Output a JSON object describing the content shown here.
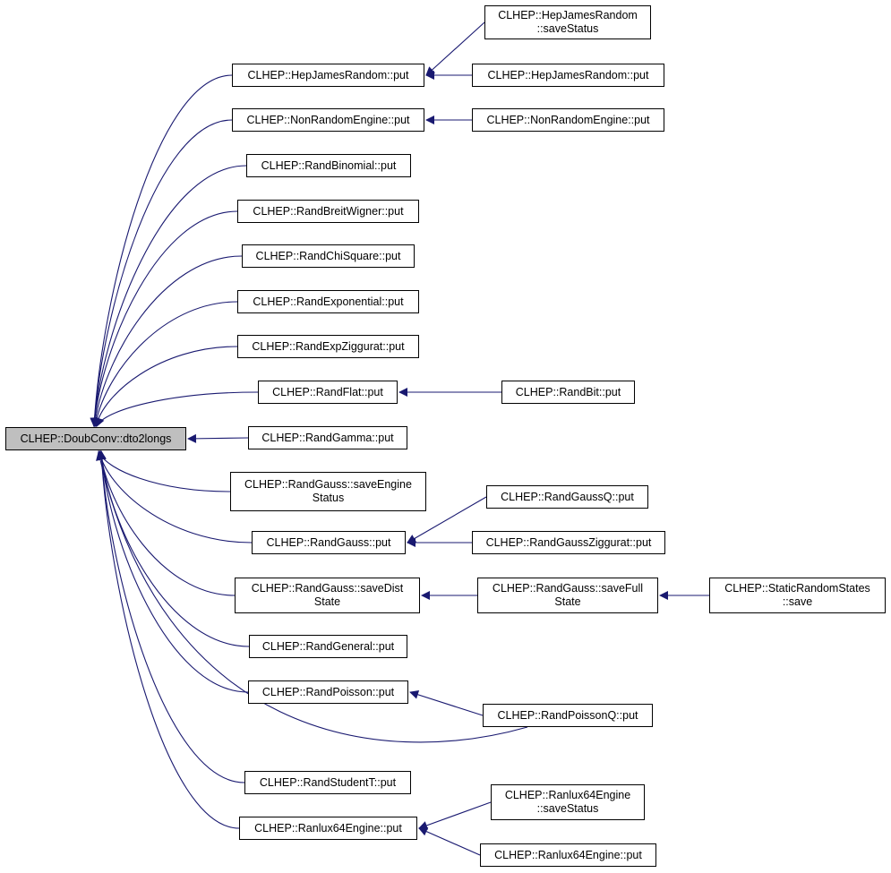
{
  "diagram": {
    "root": {
      "id": "root",
      "lines": [
        "CLHEP::DoubConv::dto2longs"
      ]
    },
    "nodes": [
      {
        "id": "n1",
        "lines": [
          "CLHEP::HepJamesRandom",
          "::saveStatus"
        ]
      },
      {
        "id": "n2",
        "lines": [
          "CLHEP::HepJamesRandom::put"
        ]
      },
      {
        "id": "n3",
        "lines": [
          "CLHEP::HepJamesRandom::put"
        ]
      },
      {
        "id": "n4",
        "lines": [
          "CLHEP::NonRandomEngine::put"
        ]
      },
      {
        "id": "n5",
        "lines": [
          "CLHEP::NonRandomEngine::put"
        ]
      },
      {
        "id": "n6",
        "lines": [
          "CLHEP::RandBinomial::put"
        ]
      },
      {
        "id": "n7",
        "lines": [
          "CLHEP::RandBreitWigner::put"
        ]
      },
      {
        "id": "n8",
        "lines": [
          "CLHEP::RandChiSquare::put"
        ]
      },
      {
        "id": "n9",
        "lines": [
          "CLHEP::RandExponential::put"
        ]
      },
      {
        "id": "n10",
        "lines": [
          "CLHEP::RandExpZiggurat::put"
        ]
      },
      {
        "id": "n11",
        "lines": [
          "CLHEP::RandFlat::put"
        ]
      },
      {
        "id": "n12",
        "lines": [
          "CLHEP::RandBit::put"
        ]
      },
      {
        "id": "n13",
        "lines": [
          "CLHEP::RandGamma::put"
        ]
      },
      {
        "id": "n14",
        "lines": [
          "CLHEP::RandGauss::saveEngine",
          "Status"
        ]
      },
      {
        "id": "n15",
        "lines": [
          "CLHEP::RandGaussQ::put"
        ]
      },
      {
        "id": "n16",
        "lines": [
          "CLHEP::RandGauss::put"
        ]
      },
      {
        "id": "n17",
        "lines": [
          "CLHEP::RandGaussZiggurat::put"
        ]
      },
      {
        "id": "n18",
        "lines": [
          "CLHEP::RandGauss::saveDist",
          "State"
        ]
      },
      {
        "id": "n19",
        "lines": [
          "CLHEP::RandGauss::saveFull",
          "State"
        ]
      },
      {
        "id": "n20",
        "lines": [
          "CLHEP::StaticRandomStates",
          "::save"
        ]
      },
      {
        "id": "n21",
        "lines": [
          "CLHEP::RandGeneral::put"
        ]
      },
      {
        "id": "n22",
        "lines": [
          "CLHEP::RandPoisson::put"
        ]
      },
      {
        "id": "n23",
        "lines": [
          "CLHEP::RandPoissonQ::put"
        ]
      },
      {
        "id": "n24",
        "lines": [
          "CLHEP::RandStudentT::put"
        ]
      },
      {
        "id": "n25",
        "lines": [
          "CLHEP::Ranlux64Engine",
          "::saveStatus"
        ]
      },
      {
        "id": "n26",
        "lines": [
          "CLHEP::Ranlux64Engine::put"
        ]
      },
      {
        "id": "n27",
        "lines": [
          "CLHEP::Ranlux64Engine::put"
        ]
      }
    ],
    "edges": [
      {
        "from": "n2",
        "to": "root"
      },
      {
        "from": "n4",
        "to": "root"
      },
      {
        "from": "n6",
        "to": "root"
      },
      {
        "from": "n7",
        "to": "root"
      },
      {
        "from": "n8",
        "to": "root"
      },
      {
        "from": "n9",
        "to": "root"
      },
      {
        "from": "n10",
        "to": "root"
      },
      {
        "from": "n11",
        "to": "root"
      },
      {
        "from": "n13",
        "to": "root"
      },
      {
        "from": "n14",
        "to": "root"
      },
      {
        "from": "n16",
        "to": "root"
      },
      {
        "from": "n18",
        "to": "root"
      },
      {
        "from": "n21",
        "to": "root"
      },
      {
        "from": "n22",
        "to": "root"
      },
      {
        "from": "n23",
        "to": "root"
      },
      {
        "from": "n24",
        "to": "root"
      },
      {
        "from": "n26",
        "to": "root"
      },
      {
        "from": "n1",
        "to": "n2"
      },
      {
        "from": "n3",
        "to": "n2"
      },
      {
        "from": "n5",
        "to": "n4"
      },
      {
        "from": "n12",
        "to": "n11"
      },
      {
        "from": "n15",
        "to": "n16"
      },
      {
        "from": "n17",
        "to": "n16"
      },
      {
        "from": "n19",
        "to": "n18"
      },
      {
        "from": "n20",
        "to": "n19"
      },
      {
        "from": "n23",
        "to": "n22"
      },
      {
        "from": "n25",
        "to": "n26"
      },
      {
        "from": "n27",
        "to": "n26"
      }
    ],
    "colors": {
      "edge": "#191970",
      "root_fill": "#bfbfbf",
      "node_fill": "#ffffff",
      "border": "#000000"
    }
  }
}
